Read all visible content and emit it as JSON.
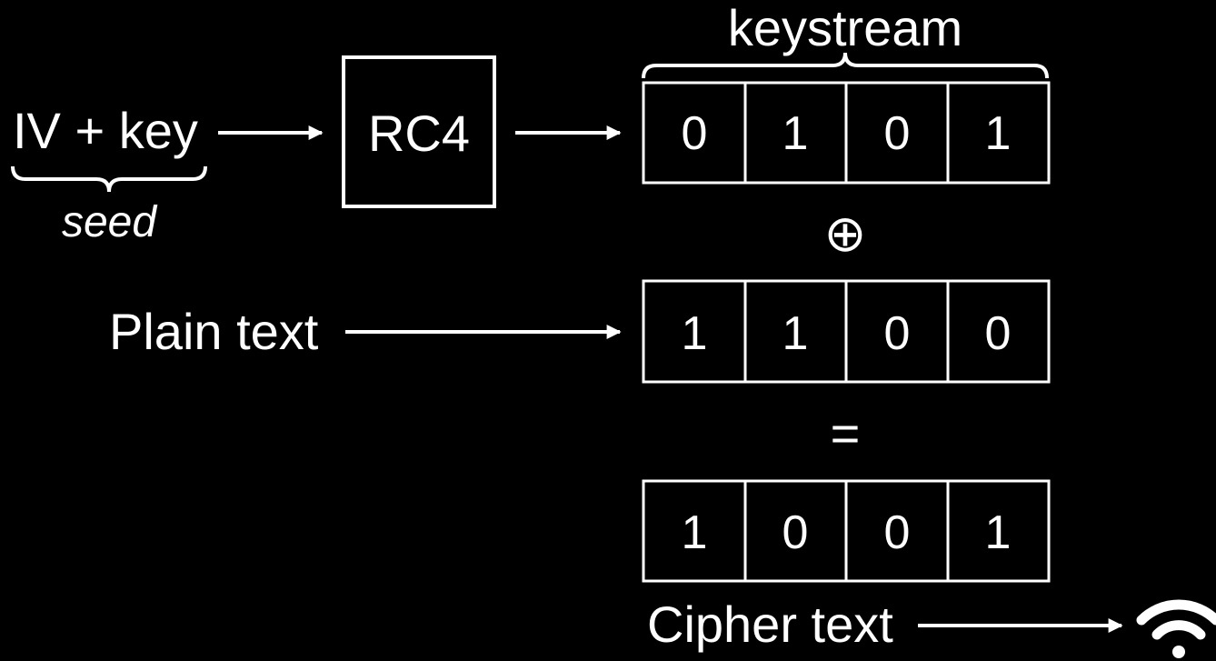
{
  "inputs": {
    "iv_key": "IV + key",
    "seed": "seed"
  },
  "cipher_box": {
    "label": "RC4"
  },
  "keystream": {
    "label": "keystream",
    "bits": [
      "0",
      "1",
      "0",
      "1"
    ]
  },
  "operators": {
    "xor": "⊕",
    "equals": "="
  },
  "plaintext": {
    "label": "Plain text",
    "bits": [
      "1",
      "1",
      "0",
      "0"
    ]
  },
  "ciphertext": {
    "label": "Cipher text",
    "bits": [
      "1",
      "0",
      "0",
      "1"
    ]
  },
  "icons": {
    "transmit": "wifi-icon"
  },
  "colors": {
    "background": "#000000",
    "foreground": "#ffffff"
  }
}
